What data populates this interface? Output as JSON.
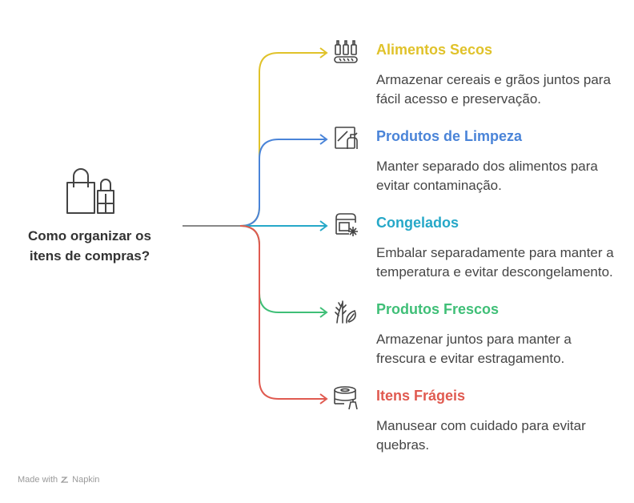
{
  "central": {
    "question": "Como organizar os itens de compras?",
    "icon": "shopping-bags-icon"
  },
  "branches": [
    {
      "title": "Alimentos Secos",
      "description": "Armazenar cereais e grãos juntos para fácil acesso e preservação.",
      "color": "#e0c22a",
      "icon": "bottles-conveyor-icon"
    },
    {
      "title": "Produtos de Limpeza",
      "description": "Manter separado dos alimentos para evitar contaminação.",
      "color": "#4a84d8",
      "icon": "spray-bottle-icon"
    },
    {
      "title": "Congelados",
      "description": "Embalar separadamente para manter a temperatura e evitar descongelamento.",
      "color": "#26a8c8",
      "icon": "freezer-snowflake-icon"
    },
    {
      "title": "Produtos Frescos",
      "description": "Armazenar juntos para manter a frescura e evitar estragamento.",
      "color": "#3fbf77",
      "icon": "plants-leaf-icon"
    },
    {
      "title": "Itens Frágeis",
      "description": "Manusear com cuidado para evitar quebras.",
      "color": "#e05a50",
      "icon": "fragile-tape-icon"
    }
  ],
  "footer": {
    "made_with": "Made with",
    "brand": "Napkin"
  }
}
